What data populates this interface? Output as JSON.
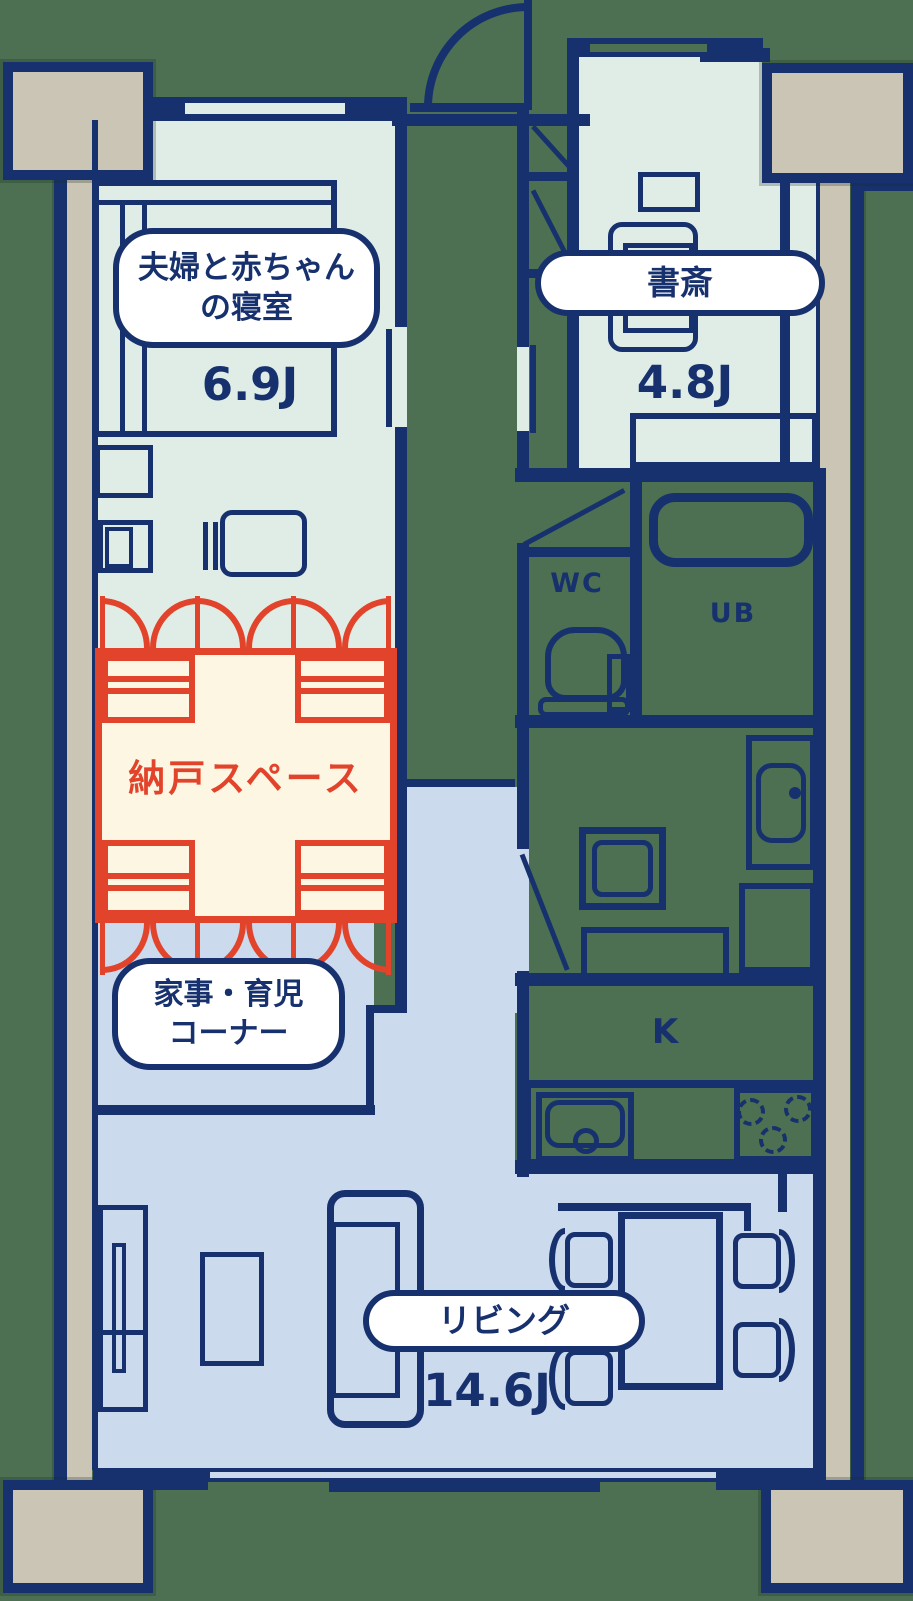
{
  "colors": {
    "navy": "#17316e",
    "red": "#e2432b",
    "mint": "#e0ede6",
    "cream": "#fdf6e2",
    "blue": "#ccdaee",
    "tan": "#cbc5b5",
    "green": "#4c7051",
    "white": "#ffffff"
  },
  "labels": {
    "bedroom": {
      "line1": "夫婦と赤ちゃん",
      "line2": "の寝室",
      "size": "6.9J"
    },
    "study": {
      "name": "書斎",
      "size": "4.8J"
    },
    "storage": {
      "name": "納戸スペース"
    },
    "family_corner": {
      "line1": "家事・育児",
      "line2": "コーナー"
    },
    "living": {
      "name": "リビング",
      "size": "14.6J"
    },
    "wc": "WC",
    "bath": "UB",
    "kitchen": "K"
  }
}
